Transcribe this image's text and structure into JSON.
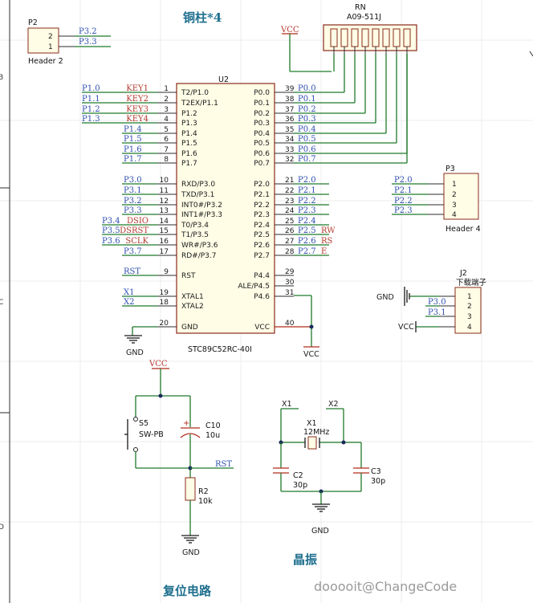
{
  "titles": {
    "copper_posts": "铜柱*4",
    "reset_circuit": "复位电路",
    "crystal": "晶振"
  },
  "border_letters": [
    "B",
    "C",
    "D"
  ],
  "watermark": "dooooit@ChangeCode",
  "u2": {
    "designator": "U2",
    "part": "STC89C52RC-40I",
    "left_pins": [
      {
        "num": "1",
        "name": "T2/P1.0",
        "net": "P1.0",
        "sig": "KEY1"
      },
      {
        "num": "2",
        "name": "T2EX/P1.1",
        "net": "P1.1",
        "sig": "KEY2"
      },
      {
        "num": "3",
        "name": "P1.2",
        "net": "P1.2",
        "sig": "KEY3"
      },
      {
        "num": "4",
        "name": "P1.3",
        "net": "P1.3",
        "sig": "KEY4"
      },
      {
        "num": "5",
        "name": "P1.4",
        "net": "P1.4",
        "sig": ""
      },
      {
        "num": "6",
        "name": "P1.5",
        "net": "P1.5",
        "sig": ""
      },
      {
        "num": "7",
        "name": "P1.6",
        "net": "P1.6",
        "sig": ""
      },
      {
        "num": "8",
        "name": "P1.7",
        "net": "P1.7",
        "sig": ""
      },
      {
        "num": "10",
        "name": "RXD/P3.0",
        "net": "P3.0",
        "sig": ""
      },
      {
        "num": "11",
        "name": "TXD/P3.1",
        "net": "P3.1",
        "sig": ""
      },
      {
        "num": "12",
        "name": "INT0#/P3.2",
        "net": "P3.2",
        "sig": ""
      },
      {
        "num": "13",
        "name": "INT1#/P3.3",
        "net": "P3.3",
        "sig": ""
      },
      {
        "num": "14",
        "name": "T0/P3.4",
        "net": "P3.4",
        "sig": "DSIO"
      },
      {
        "num": "15",
        "name": "T1/P3.5",
        "net": "P3.5",
        "sig": "DSRST"
      },
      {
        "num": "16",
        "name": "WR#/P3.6",
        "net": "P3.6",
        "sig": "SCLK"
      },
      {
        "num": "17",
        "name": "RD#/P3.7",
        "net": "P3.7",
        "sig": ""
      },
      {
        "num": "9",
        "name": "RST",
        "net": "RST",
        "sig": ""
      },
      {
        "num": "19",
        "name": "XTAL1",
        "net": "X1",
        "sig": ""
      },
      {
        "num": "18",
        "name": "XTAL2",
        "net": "X2",
        "sig": ""
      },
      {
        "num": "20",
        "name": "GND",
        "net": "",
        "sig": ""
      }
    ],
    "right_pins": [
      {
        "num": "39",
        "name": "P0.0",
        "net": "P0.0",
        "sig": ""
      },
      {
        "num": "38",
        "name": "P0.1",
        "net": "P0.1",
        "sig": ""
      },
      {
        "num": "37",
        "name": "P0.2",
        "net": "P0.2",
        "sig": ""
      },
      {
        "num": "36",
        "name": "P0.3",
        "net": "P0.3",
        "sig": ""
      },
      {
        "num": "35",
        "name": "P0.4",
        "net": "P0.4",
        "sig": ""
      },
      {
        "num": "34",
        "name": "P0.5",
        "net": "P0.5",
        "sig": ""
      },
      {
        "num": "33",
        "name": "P0.6",
        "net": "P0.6",
        "sig": ""
      },
      {
        "num": "32",
        "name": "P0.7",
        "net": "P0.7",
        "sig": ""
      },
      {
        "num": "21",
        "name": "P2.0",
        "net": "P2.0",
        "sig": ""
      },
      {
        "num": "22",
        "name": "P2.1",
        "net": "P2.1",
        "sig": ""
      },
      {
        "num": "23",
        "name": "P2.2",
        "net": "P2.2",
        "sig": ""
      },
      {
        "num": "24",
        "name": "P2.3",
        "net": "P2.3",
        "sig": ""
      },
      {
        "num": "25",
        "name": "P2.4",
        "net": "P2.4",
        "sig": ""
      },
      {
        "num": "26",
        "name": "P2.5",
        "net": "P2.5",
        "sig": "RW"
      },
      {
        "num": "27",
        "name": "P2.6",
        "net": "P2.6",
        "sig": "RS"
      },
      {
        "num": "28",
        "name": "P2.7",
        "net": "P2.7",
        "sig": "E"
      },
      {
        "num": "29",
        "name": "P4.4",
        "net": "",
        "sig": ""
      },
      {
        "num": "30",
        "name": "ALE/P4.5",
        "net": "",
        "sig": ""
      },
      {
        "num": "31",
        "name": "P4.6",
        "net": "",
        "sig": ""
      },
      {
        "num": "40",
        "name": "VCC",
        "net": "",
        "sig": ""
      }
    ],
    "gnd_label": "GND",
    "vcc_label": "VCC"
  },
  "p2": {
    "designator": "P2",
    "caption": "Header 2",
    "pins": [
      "2",
      "1"
    ],
    "nets": [
      "P3.2",
      "P3.3"
    ]
  },
  "rn": {
    "designator": "RN",
    "part": "A09-511J",
    "vcc": "VCC"
  },
  "p3": {
    "designator": "P3",
    "caption": "Header 4",
    "pins": [
      "1",
      "2",
      "3",
      "4"
    ],
    "nets": [
      "P2.0",
      "P2.1",
      "P2.2",
      "P2.3"
    ]
  },
  "j2": {
    "designator": "J2",
    "caption": "下载端子",
    "pins": [
      "1",
      "2",
      "3",
      "4"
    ],
    "nets": [
      "GND",
      "P3.0",
      "P3.1",
      "VCC"
    ]
  },
  "reset": {
    "vcc": "VCC",
    "switch": "S5",
    "switch_type": "SW-PB",
    "cap": "C10",
    "cap_val": "10u",
    "res": "R2",
    "res_val": "10k",
    "net": "RST",
    "gnd": "GND"
  },
  "xtal": {
    "x1": "X1",
    "x2": "X2",
    "name": "X1",
    "freq": "12MHz",
    "c2": "C2",
    "c2_val": "30p",
    "c3": "C3",
    "c3_val": "30p",
    "gnd": "GND"
  }
}
